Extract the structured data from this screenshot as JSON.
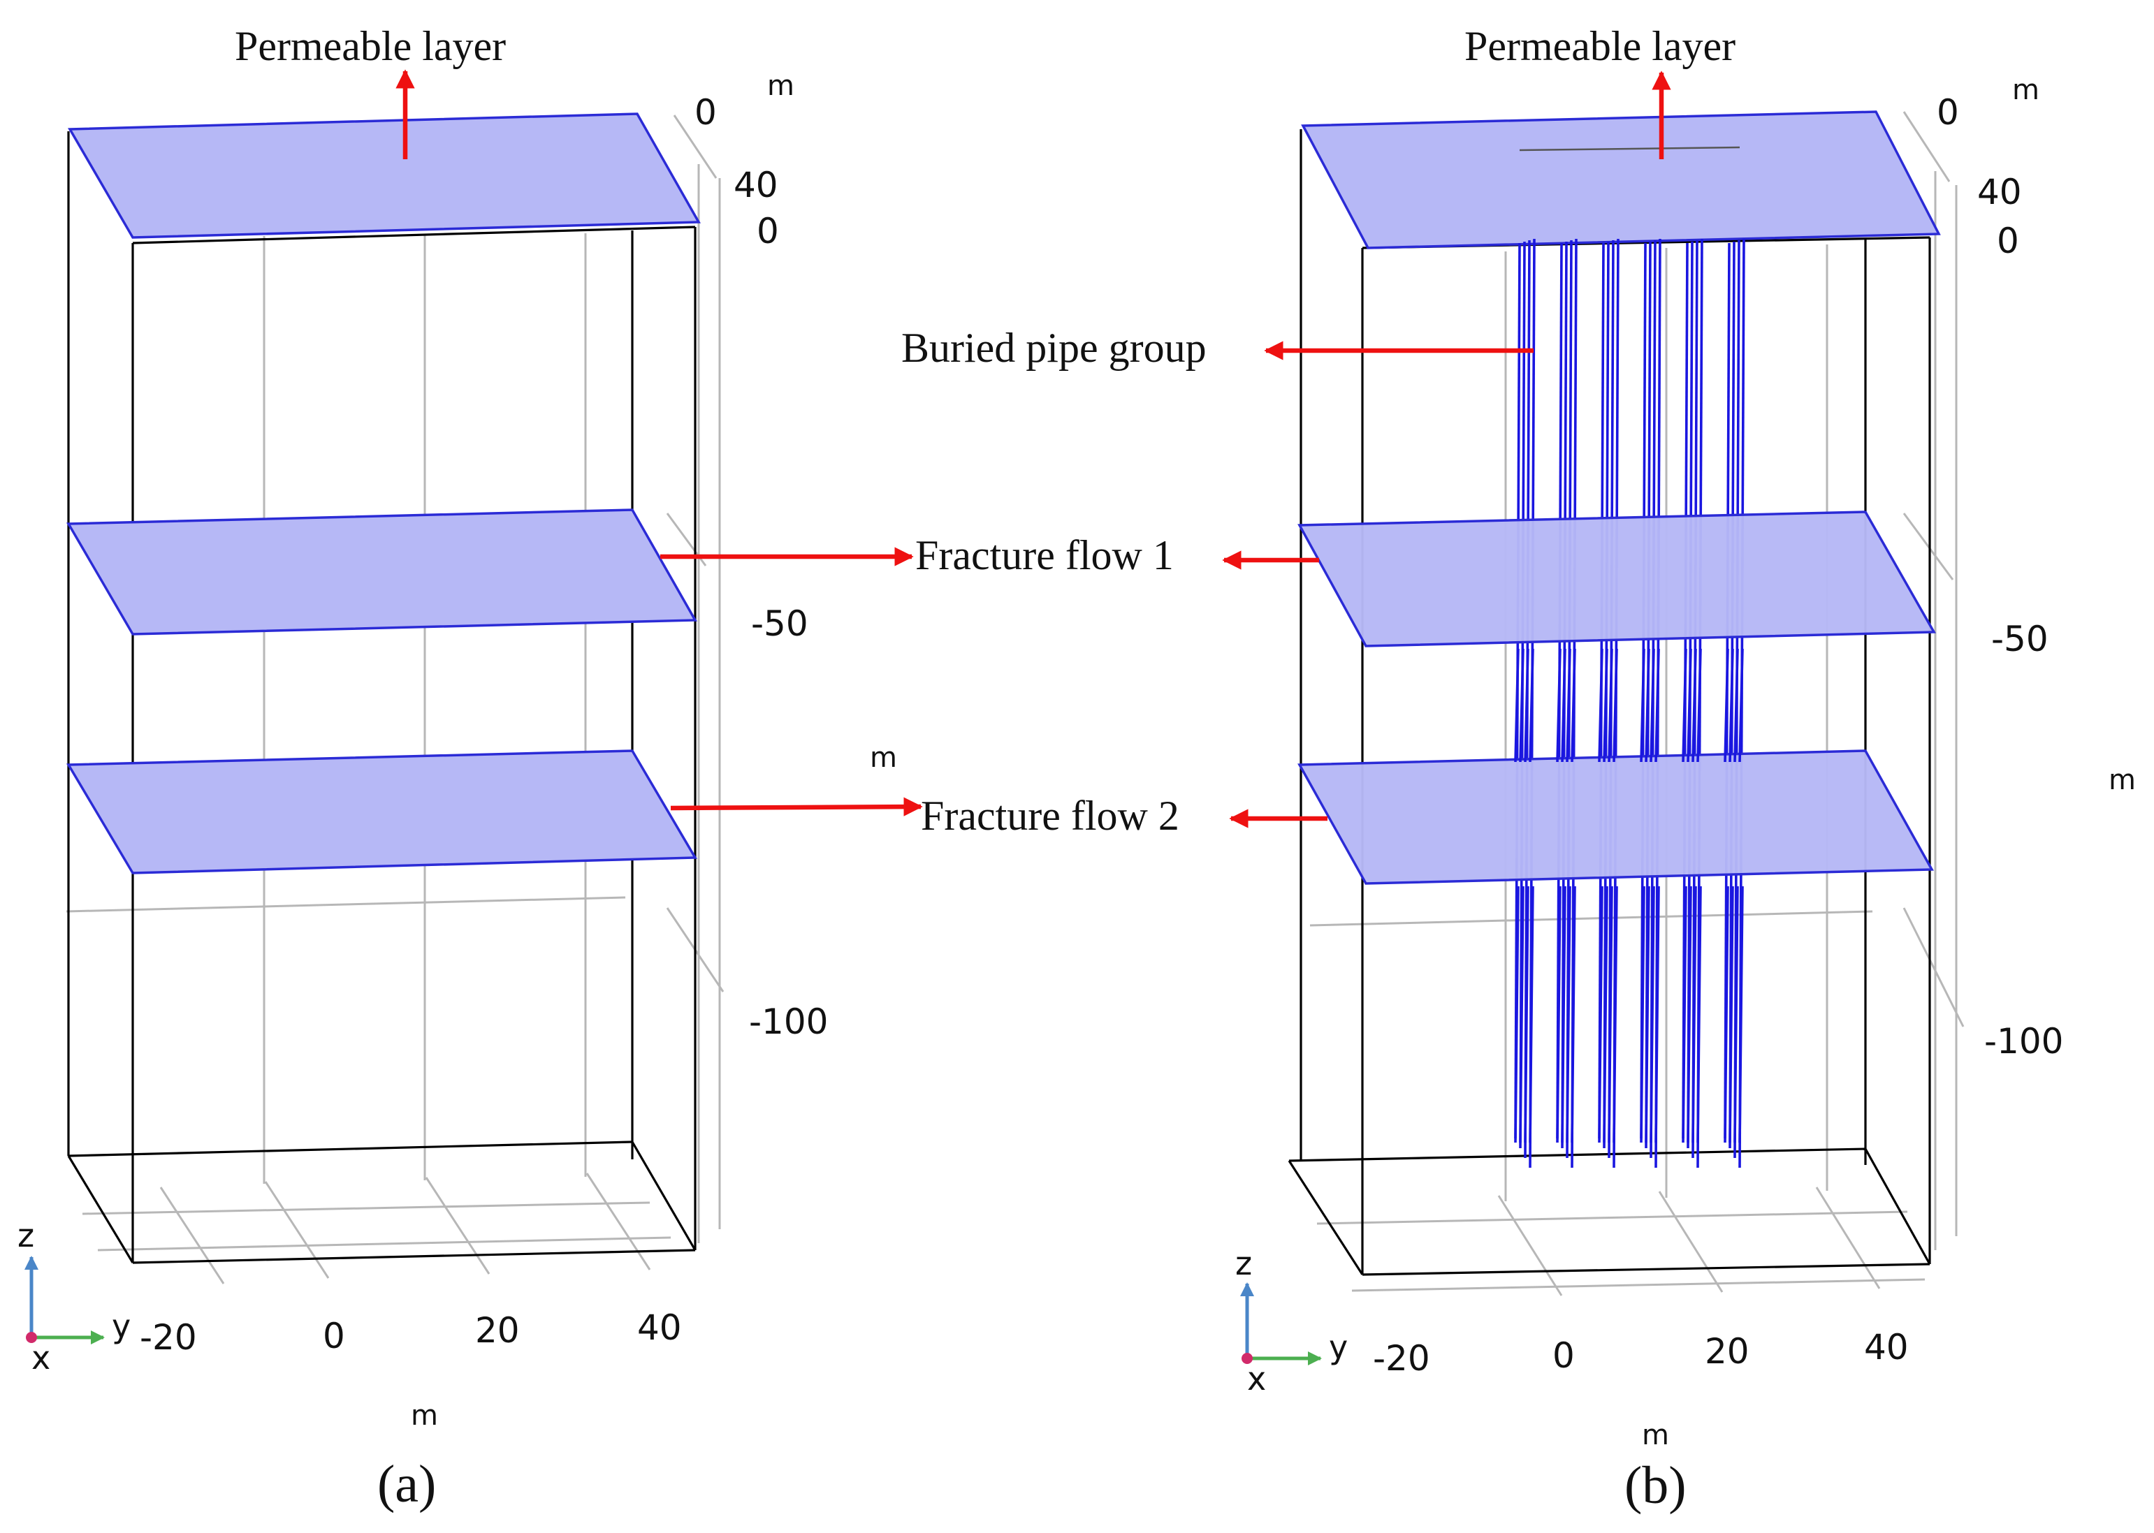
{
  "colors": {
    "plane_fill": "#b6b8f6",
    "plane_edge": "#2b2bd6",
    "pipe": "#1a16e0",
    "arrow": "#ee1111",
    "box_edge": "#000000",
    "grid": "#b7b7b7",
    "axis_z": "#4a86c8",
    "axis_y": "#4caf50",
    "axis_x": "#d12a6a"
  },
  "labels": {
    "permeable": "Permeable layer",
    "fracture1": "Fracture flow 1",
    "fracture2": "Fracture flow 2",
    "pipe_group": "Buried pipe group"
  },
  "panels": [
    {
      "id": "a",
      "caption": "(a)",
      "z_ticks": [
        "0",
        "-50",
        "-100"
      ],
      "y_ticks": [
        "-20",
        "0",
        "20",
        "40"
      ],
      "top_ticks": [
        "0",
        "40"
      ],
      "unit_top": "m",
      "unit_mid": "m",
      "unit_bottom": "m",
      "axis_z": "z",
      "axis_y": "y",
      "axis_x": "x",
      "has_pipes": false
    },
    {
      "id": "b",
      "caption": "(b)",
      "z_ticks": [
        "0",
        "-50",
        "-100"
      ],
      "y_ticks": [
        "-20",
        "0",
        "20",
        "40"
      ],
      "top_ticks": [
        "0",
        "40"
      ],
      "unit_top": "m",
      "unit_mid": "m",
      "unit_bottom": "m",
      "axis_z": "z",
      "axis_y": "y",
      "axis_x": "x",
      "has_pipes": true
    }
  ]
}
